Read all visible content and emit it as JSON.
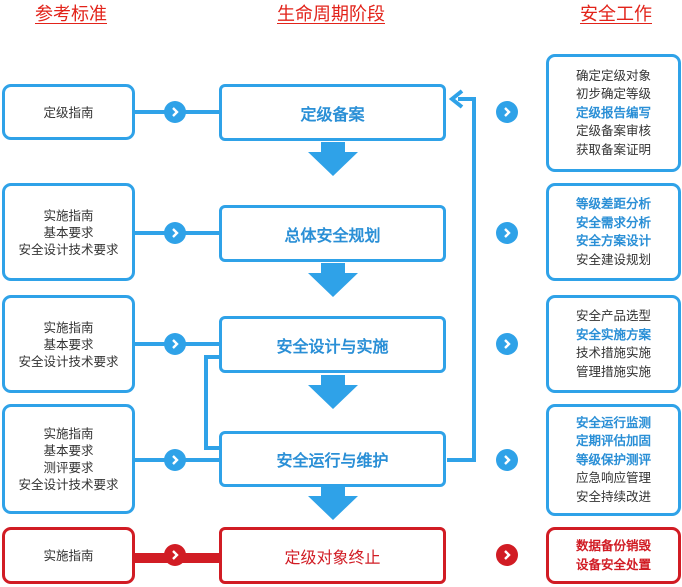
{
  "headers": {
    "reference": "参考标准",
    "lifecycle": "生命周期阶段",
    "security_work": "安全工作"
  },
  "colors": {
    "blue": "#2fa2e8",
    "red": "#d11c24",
    "header": "#e2231a"
  },
  "rows": [
    {
      "reference": [
        "定级指南"
      ],
      "stage": "定级备案",
      "work": [
        {
          "text": "确定定级对象",
          "highlight": false
        },
        {
          "text": "初步确定等级",
          "highlight": false
        },
        {
          "text": "定级报告编写",
          "highlight": true
        },
        {
          "text": "定级备案审核",
          "highlight": false
        },
        {
          "text": "获取备案证明",
          "highlight": false
        }
      ]
    },
    {
      "reference": [
        "实施指南",
        "基本要求",
        "安全设计技术要求"
      ],
      "stage": "总体安全规划",
      "work": [
        {
          "text": "等级差距分析",
          "highlight": true
        },
        {
          "text": "安全需求分析",
          "highlight": true
        },
        {
          "text": "安全方案设计",
          "highlight": true
        },
        {
          "text": "安全建设规划",
          "highlight": false
        }
      ]
    },
    {
      "reference": [
        "实施指南",
        "基本要求",
        "安全设计技术要求"
      ],
      "stage": "安全设计与实施",
      "work": [
        {
          "text": "安全产品选型",
          "highlight": false
        },
        {
          "text": "安全实施方案",
          "highlight": true
        },
        {
          "text": "技术措施实施",
          "highlight": false
        },
        {
          "text": "管理措施实施",
          "highlight": false
        }
      ]
    },
    {
      "reference": [
        "实施指南",
        "基本要求",
        "测评要求",
        "安全设计技术要求"
      ],
      "stage": "安全运行与维护",
      "work": [
        {
          "text": "安全运行监测",
          "highlight": true
        },
        {
          "text": "定期评估加固",
          "highlight": true
        },
        {
          "text": "等级保护测评",
          "highlight": true
        },
        {
          "text": "应急响应管理",
          "highlight": false
        },
        {
          "text": "安全持续改进",
          "highlight": false
        }
      ]
    },
    {
      "reference": [
        "实施指南"
      ],
      "stage": "定级对象终止",
      "work": [
        {
          "text": "数据备份销毁",
          "highlight": true
        },
        {
          "text": "设备安全处置",
          "highlight": true
        }
      ]
    }
  ]
}
